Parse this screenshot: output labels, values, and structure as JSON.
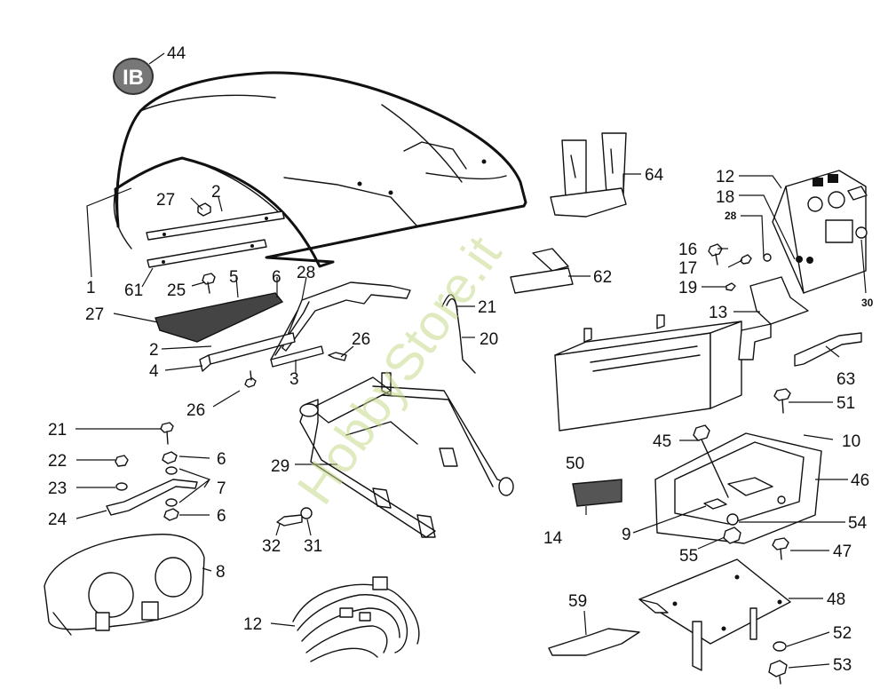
{
  "watermark": "HobbyStore.it",
  "labels": {
    "l44": "44",
    "l1": "1",
    "l61": "61",
    "l27a": "27",
    "l2a": "2",
    "l25": "25",
    "l5": "5",
    "l6a": "6",
    "l28a": "28",
    "l27b": "27",
    "l2b": "2",
    "l4": "4",
    "l3": "3",
    "l26a": "26",
    "l26b": "26",
    "l21a": "21",
    "l20": "20",
    "l64": "64",
    "l62": "62",
    "l12a": "12",
    "l18": "18",
    "l28b": "28",
    "l16": "16",
    "l17": "17",
    "l19": "19",
    "l13": "13",
    "l30": "30",
    "l63": "63",
    "l51": "51",
    "l10": "10",
    "l45": "45",
    "l46": "46",
    "l50": "50",
    "l14": "14",
    "l9": "9",
    "l54": "54",
    "l55": "55",
    "l47": "47",
    "l48": "48",
    "l52": "52",
    "l53": "53",
    "l59": "59",
    "l21b": "21",
    "l22": "22",
    "l23": "23",
    "l24": "24",
    "l6b": "6",
    "l6c": "6",
    "l7": "7",
    "l8": "8",
    "l29": "29",
    "l32": "32",
    "l31": "31",
    "l12b": "12"
  }
}
